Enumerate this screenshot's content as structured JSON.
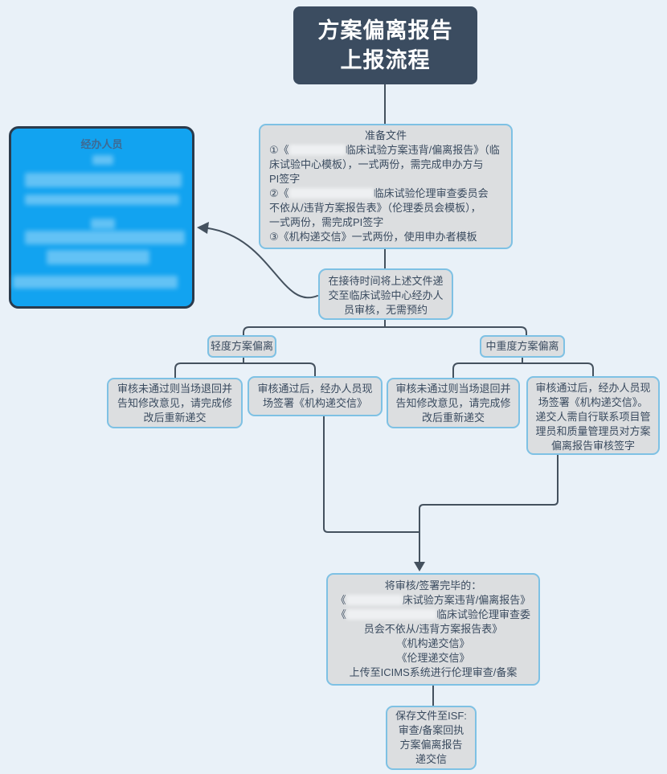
{
  "colors": {
    "background": "#e9f1f8",
    "title_bg": "#3b4c60",
    "title_text": "#ffffff",
    "node_fill": "#dcdee0",
    "node_border": "#7ec1e4",
    "node_text": "#3a4b5f",
    "staff_fill": "#12a3f0",
    "staff_border": "#2b3b4c",
    "staff_header_text": "#3e6a93",
    "connector": "#44515e"
  },
  "title": {
    "line1": "方案偏离报告",
    "line2": "上报流程"
  },
  "staff_box": {
    "header": "经办人员"
  },
  "prepare_box": {
    "header": "准备文件",
    "l2_pre": "①《",
    "l2_post": "临床试验方案违背/偏离报告》（临",
    "l3": "床试验中心模板），一式两份，需完成申办方与",
    "l4": "PI签字",
    "l5_pre": "②《",
    "l5_post": "临床试验伦理审查委员会",
    "l6": "不依从/违背方案报告表》（伦理委员会模板），",
    "l7": "一式两份，需完成PI签字",
    "l8": "③《机构递交信》一式两份，使用申办者模板"
  },
  "submit_box": {
    "l1": "在接待时间将上述文件递",
    "l2": "交至临床试验中心经办人",
    "l3": "员审核，无需预约"
  },
  "branch_left": {
    "label": "轻度方案偏离",
    "fail": {
      "l1": "审核未通过则当场退回并",
      "l2": "告知修改意见，请完成修",
      "l3": "改后重新递交"
    },
    "pass": {
      "l1": "审核通过后，经办人员现",
      "l2": "场签署《机构递交信》"
    }
  },
  "branch_right": {
    "label": "中重度方案偏离",
    "fail": {
      "l1": "审核未通过则当场退回并",
      "l2": "告知修改意见，请完成修",
      "l3": "改后重新递交"
    },
    "pass": {
      "l1": "审核通过后，经办人员现",
      "l2": "场签署《机构递交信》。",
      "l3": "递交人需自行联系项目管",
      "l4": "理员和质量管理员对方案",
      "l5": "偏离报告审核签字"
    }
  },
  "upload_box": {
    "h": "将审核/签署完毕的：",
    "d1_pre": "《",
    "d1_post": "床试验方案违背/偏离报告》",
    "d2_pre": "《",
    "d2_post": "临床试验伦理审查委",
    "d2b": "员会不依从/违背方案报告表》",
    "d3": "《机构递交信》",
    "d4": "《伦理递交信》",
    "last": "上传至ICIMS系统进行伦理审查/备案"
  },
  "save_box": {
    "l1": "保存文件至ISF:",
    "l2": "审查/备案回执",
    "l3": "方案偏离报告",
    "l4": "递交信"
  }
}
